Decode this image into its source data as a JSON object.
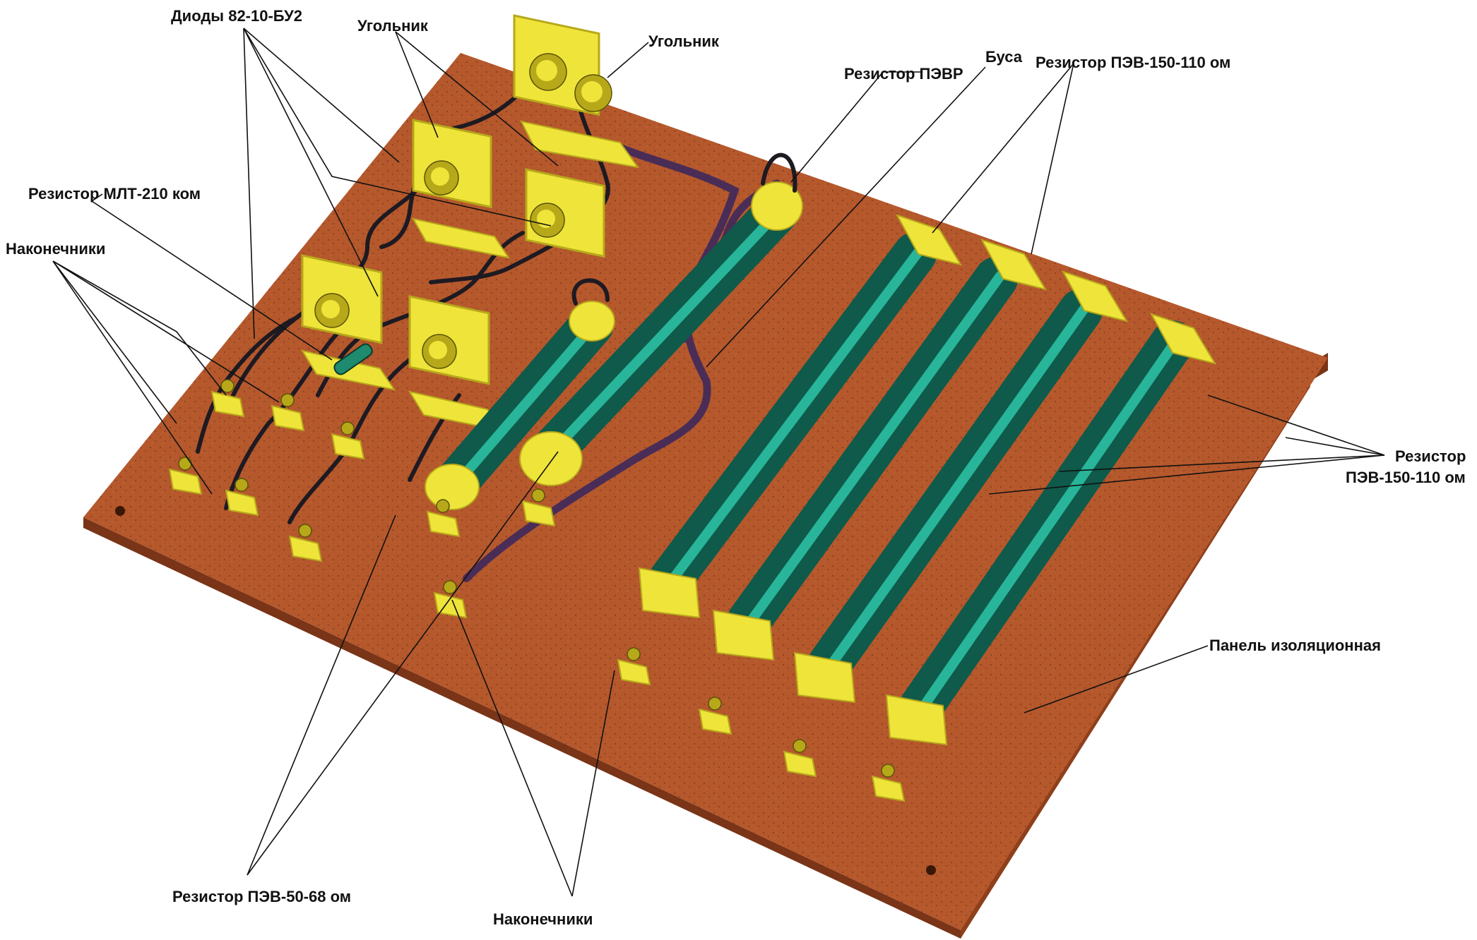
{
  "labels": {
    "diodes": "Диоды 82-10-БУ2",
    "angle_1": "Угольник",
    "angle_2": "Угольник",
    "resistor_pevr": "Резистор ПЭВР",
    "busa": "Буса",
    "resistor_pev150_top": "Резистор ПЭВ-150-110 ом",
    "resistor_mlt": "Резистор МЛТ-210 ком",
    "tips_left": "Наконечники",
    "resistor_pev150_right_line1": "Резистор",
    "resistor_pev150_right_line2": "ПЭВ-150-110 ом",
    "panel": "Панель изоляционная",
    "resistor_pev50": "Резистор ПЭВ-50-68 ом",
    "tips_bottom": "Наконечники"
  },
  "colors": {
    "board": "#b5582c",
    "board_dark": "#7a3417",
    "board_edge": "#8e3f1c",
    "resistor_body": "#0f5a4a",
    "resistor_highlight": "#28b59a",
    "brass": "#efe43a",
    "brass_dark": "#b7a81a",
    "wire": "#1e1a22",
    "wire_sleeve": "#4a2d56"
  }
}
